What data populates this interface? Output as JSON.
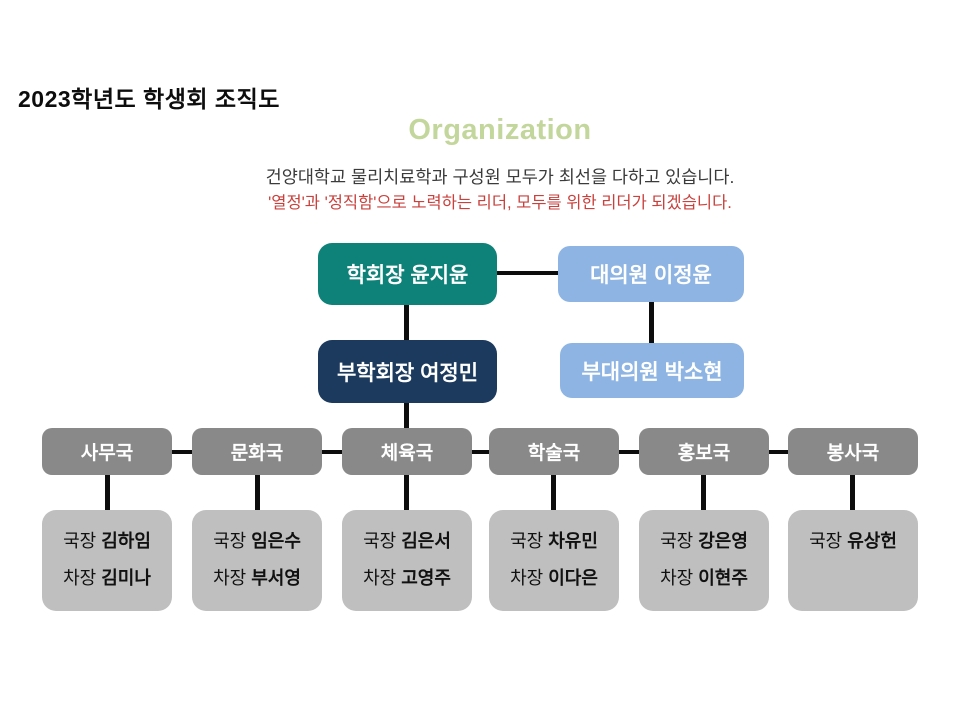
{
  "slide": {
    "title": "2023학년도 학생회 조직도",
    "heading": "Organization",
    "subtitle_line1": "건양대학교 물리치료학과 구성원 모두가 최선을 다하고 있습니다.",
    "subtitle_line2": "'열정'과 '정직함'으로 노력하는 리더, 모두를 위한 리더가 되겠습니다."
  },
  "colors": {
    "president_teal": "#0e8278",
    "vice_president_navy": "#1c3a5e",
    "delegate_light_blue": "#8db4e2",
    "department_gray": "#898989",
    "member_gray": "#bfbfbf",
    "heading_green": "#c3d69b",
    "subtitle_red": "#c9413c",
    "connector_black": "#0d0d0d"
  },
  "org": {
    "president": "학회장 윤지윤",
    "delegate": "대의원 이정윤",
    "vice_president": "부학회장 여정민",
    "vice_delegate": "부대의원 박소현",
    "departments": [
      {
        "name": "사무국",
        "members": [
          {
            "role": "국장",
            "person": "김하임"
          },
          {
            "role": "차장",
            "person": "김미나"
          }
        ]
      },
      {
        "name": "문화국",
        "members": [
          {
            "role": "국장",
            "person": "임은수"
          },
          {
            "role": "차장",
            "person": "부서영"
          }
        ]
      },
      {
        "name": "체육국",
        "members": [
          {
            "role": "국장",
            "person": "김은서"
          },
          {
            "role": "차장",
            "person": "고영주"
          }
        ]
      },
      {
        "name": "학술국",
        "members": [
          {
            "role": "국장",
            "person": "차유민"
          },
          {
            "role": "차장",
            "person": "이다은"
          }
        ]
      },
      {
        "name": "홍보국",
        "members": [
          {
            "role": "국장",
            "person": "강은영"
          },
          {
            "role": "차장",
            "person": "이현주"
          }
        ]
      },
      {
        "name": "봉사국",
        "members": [
          {
            "role": "국장",
            "person": "유상헌"
          }
        ]
      }
    ]
  }
}
